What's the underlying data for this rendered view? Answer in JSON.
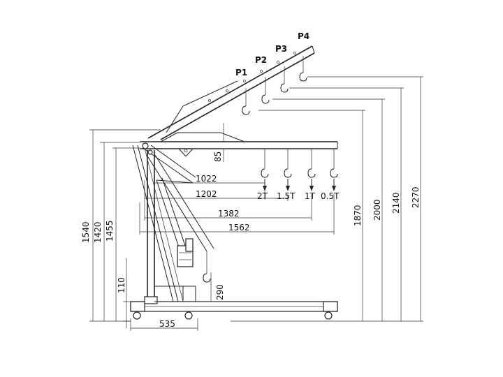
{
  "positions": {
    "p1": "P1",
    "p2": "P2",
    "p3": "P3",
    "p4": "P4"
  },
  "horizontal_dims": {
    "d1022": "1022",
    "d1202": "1202",
    "d1382": "1382",
    "d1562": "1562",
    "d535": "535"
  },
  "capacities": {
    "c2t": "2T",
    "c15t": "1.5T",
    "c1t": "1T",
    "c05t": "0.5T"
  },
  "vertical_dims": {
    "d1540": "1540",
    "d1420": "1420",
    "d1455": "1455",
    "d110": "110",
    "d85": "85",
    "d290": "290",
    "d1870": "1870",
    "d2000": "2000",
    "d2140": "2140",
    "d2270": "2270"
  }
}
